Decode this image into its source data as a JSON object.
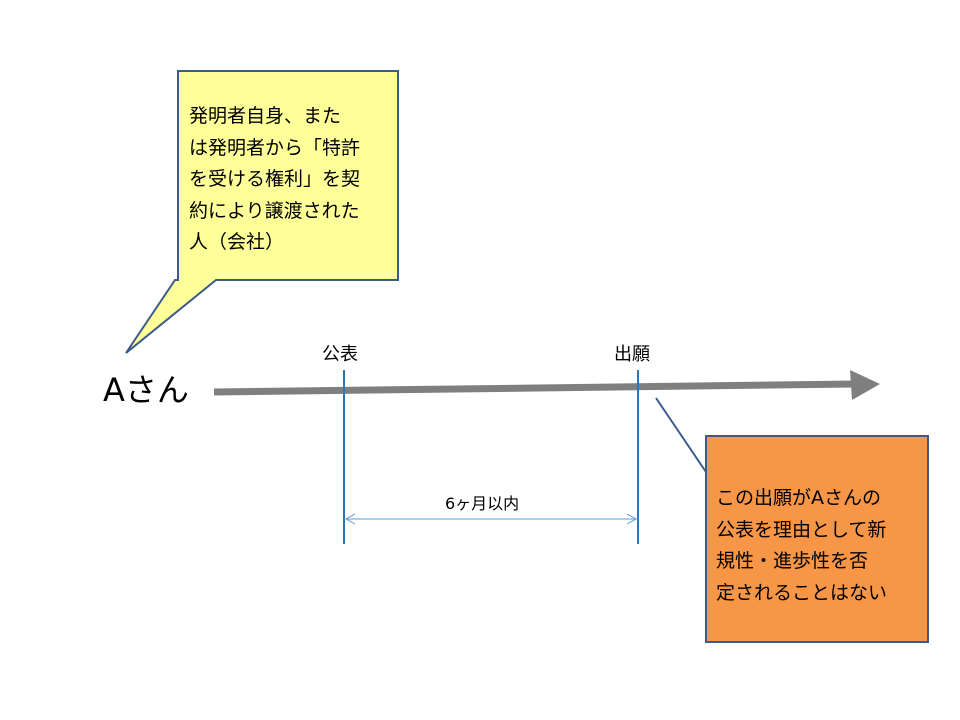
{
  "person_label": "Aさん",
  "events": [
    {
      "label": "公表"
    },
    {
      "label": "出願"
    }
  ],
  "period_label": "6ヶ月以内",
  "callout_inventor": {
    "lines": [
      "発明者自身、また",
      "は発明者から「特許",
      "を受ける権利」を契",
      "約により譲渡された",
      "人（会社）"
    ],
    "fill": "#ffff99",
    "stroke": "#3c5a8c"
  },
  "callout_result": {
    "lines": [
      "この出願がAさんの",
      "公表を理由として新",
      "規性・進歩性を否",
      "定されることはない"
    ],
    "fill": "#f79646",
    "stroke": "#3c5a8c"
  },
  "colors": {
    "timeline": "#7f7f7f",
    "event_marker": "#2e75b6",
    "span_arrow": "#5b9bd5"
  }
}
